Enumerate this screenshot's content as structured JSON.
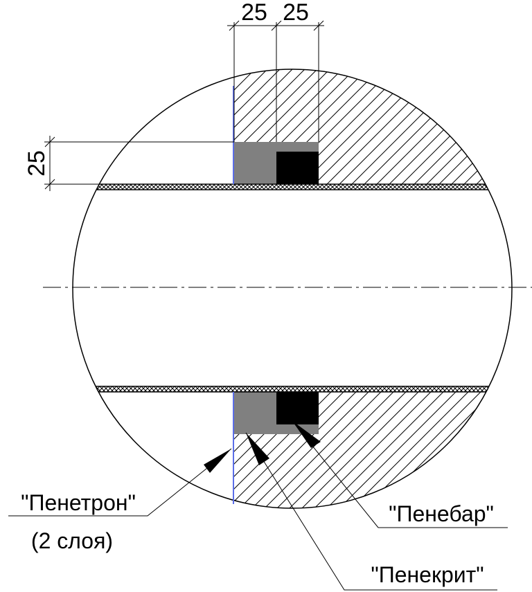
{
  "dimensions": {
    "top_left": "25",
    "top_right": "25",
    "left_vertical": "25"
  },
  "callouts": {
    "penetron_line1": "\"Пенетрон\"",
    "penetron_line2": "(2 слоя)",
    "penebar": "\"Пенебар\"",
    "penekrit": "\"Пенекрит\""
  },
  "colors": {
    "penekrit_fill": "#808080",
    "penebar_fill": "#000000",
    "penetron_line": "#5b6ee8",
    "line": "#000000",
    "background": "#ffffff"
  }
}
